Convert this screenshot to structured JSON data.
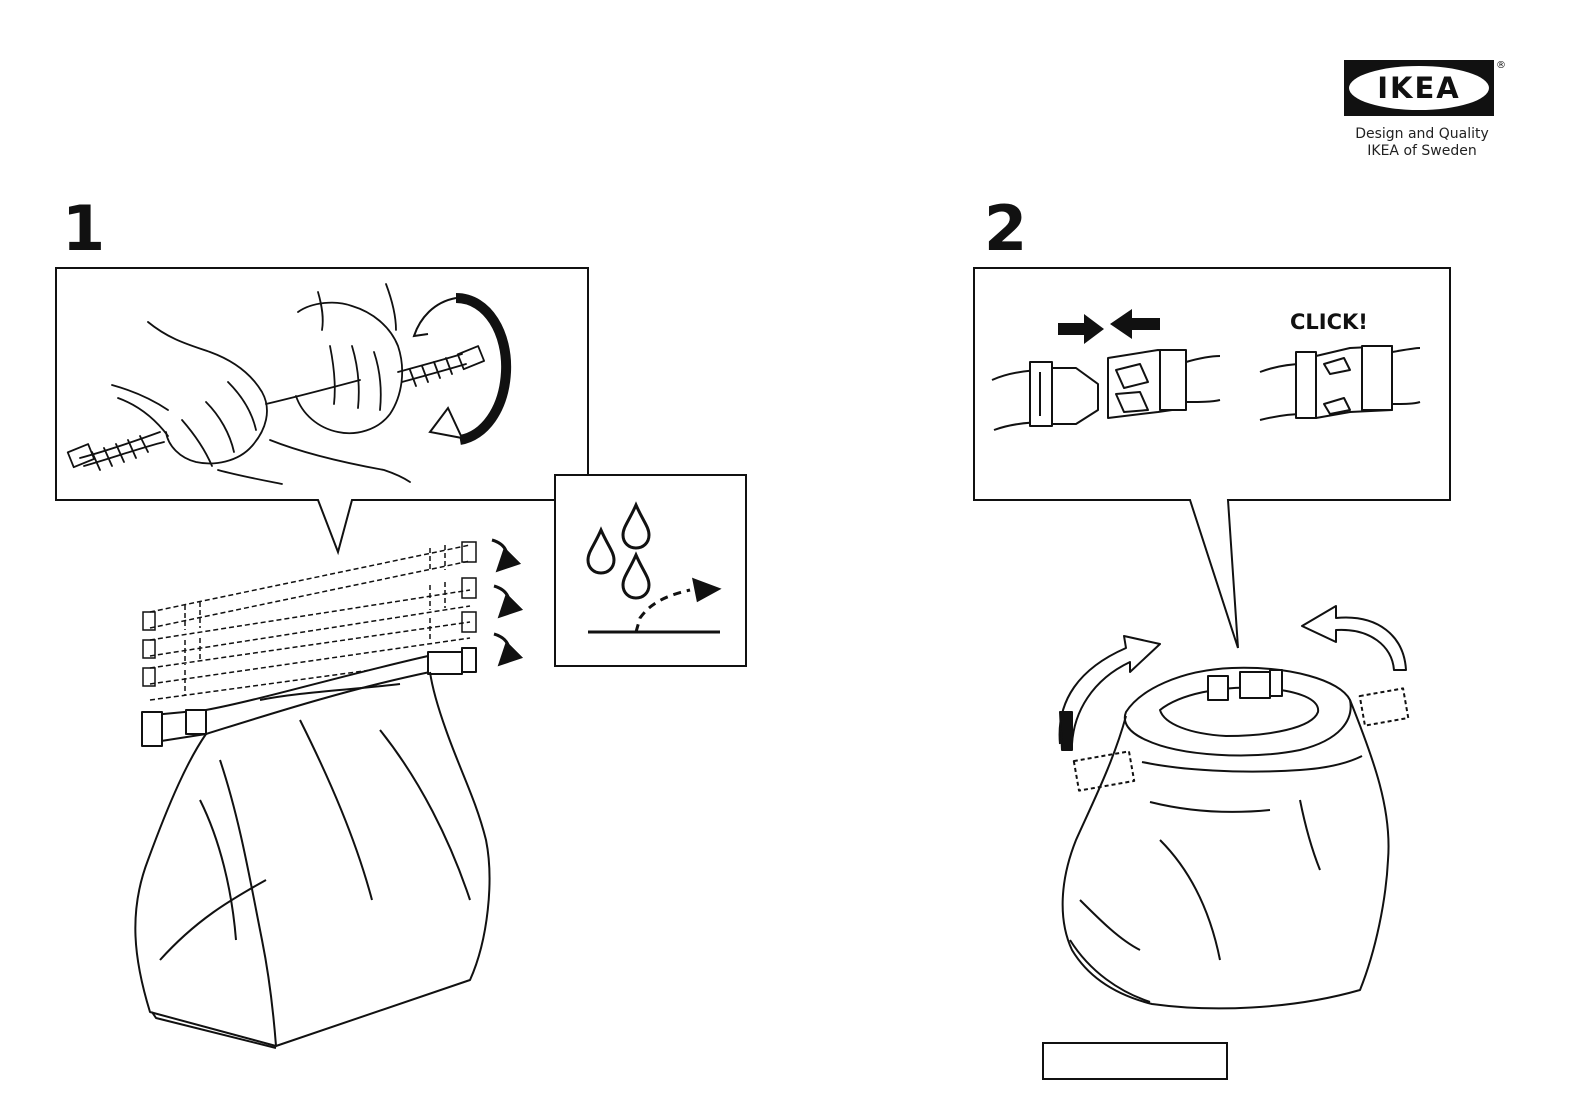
{
  "brand": {
    "logo_text": "IKEA",
    "registered_mark": "®",
    "tagline_line1": "Design and Quality",
    "tagline_line2": "IKEA of Sweden"
  },
  "steps": [
    {
      "number": "1"
    },
    {
      "number": "2",
      "callout_text": "CLICK!"
    }
  ],
  "colors": {
    "ink": "#111111",
    "logo_bg": "#111111",
    "logo_text": "#111111",
    "paper": "#ffffff"
  }
}
